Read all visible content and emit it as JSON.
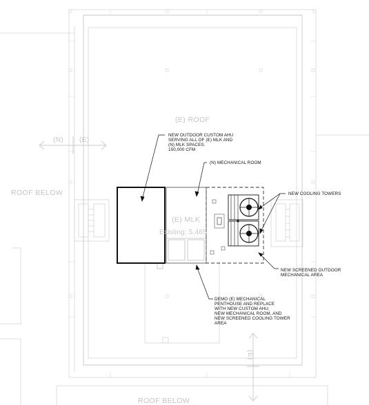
{
  "drawing": {
    "labels": {
      "existing_roof": "(E) ROOF",
      "roof_below_left": "ROOF BELOW",
      "roof_below_bottom": "ROOF BELOW",
      "north_new": "(N)",
      "north_existing": "(E)",
      "east_existing": "(E)",
      "mlk": "(E) MLK",
      "existing_area": "Existing: 5,465"
    },
    "callouts": {
      "ahu": [
        "NEW OUTDOOR CUSTOM AHU",
        "SERVING ALL OF (E) MLK AND",
        "(N) MLK SPACES.",
        "150,000 CFM"
      ],
      "mech_room": [
        "(N) MECHANICAL ROOM"
      ],
      "cooling_towers": [
        "NEW COOLING TOWERS"
      ],
      "screened_area": [
        "NEW SCREENED OUTDOOR",
        "MECHANICAL AREA"
      ],
      "demo": [
        "DEMO (E) MECHANICAL",
        "PENTHOUSE AND REPLACE",
        "WITH NEW CUSTOM AHU,",
        "NEW MECHANICAL ROOM, AND",
        "NEW SCREENED COOLING TOWER",
        "AREA"
      ]
    }
  }
}
